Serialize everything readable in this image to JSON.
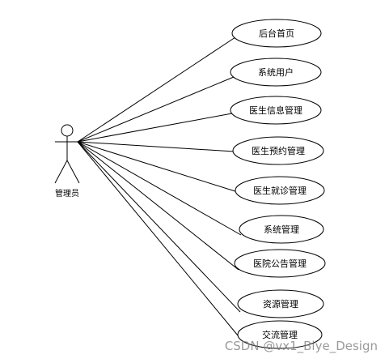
{
  "actor": {
    "label": "管理员",
    "icon": "stick-figure-icon"
  },
  "use_cases": [
    {
      "id": "uc1",
      "label": "后台首页"
    },
    {
      "id": "uc2",
      "label": "系统用户"
    },
    {
      "id": "uc3",
      "label": "医生信息管理"
    },
    {
      "id": "uc4",
      "label": "医生预约管理"
    },
    {
      "id": "uc5",
      "label": "医生就诊管理"
    },
    {
      "id": "uc6",
      "label": "系统管理"
    },
    {
      "id": "uc7",
      "label": "医院公告管理"
    },
    {
      "id": "uc8",
      "label": "资源管理"
    },
    {
      "id": "uc9",
      "label": "交流管理"
    }
  ],
  "watermark": "CSDN @vx1_Biye_Design",
  "colors": {
    "line": "#000000",
    "background": "#ffffff"
  }
}
